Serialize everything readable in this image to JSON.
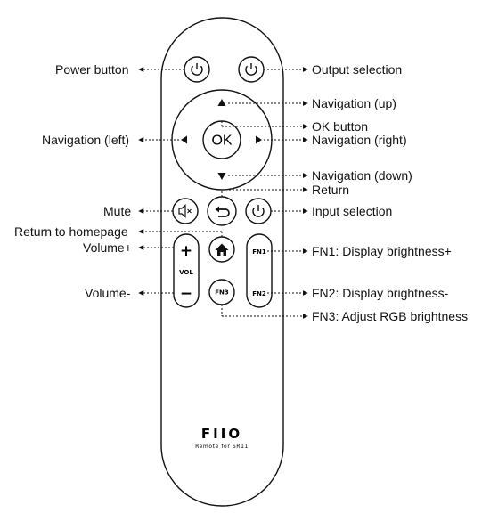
{
  "remote": {
    "brand": "FIIO",
    "subtitle": "Remote for SR11",
    "buttons": {
      "ok": "OK",
      "vol": "VOL",
      "vol_plus": "+",
      "vol_minus": "−",
      "fn1": "FN1",
      "fn2": "FN2",
      "fn3": "FN3"
    }
  },
  "labels": {
    "power": "Power button",
    "output": "Output selection",
    "nav_up": "Navigation (up)",
    "ok": "OK button",
    "nav_left": "Navigation (left)",
    "nav_right": "Navigation (right)",
    "nav_down": "Navigation (down)",
    "return": "Return",
    "mute": "Mute",
    "input": "Input selection",
    "home": "Return to homepage",
    "vol_plus": "Volume+",
    "fn1": "FN1: Display brightness+",
    "vol_minus": "Volume-",
    "fn2": "FN2: Display brightness-",
    "fn3": "FN3: Adjust RGB brightness"
  }
}
